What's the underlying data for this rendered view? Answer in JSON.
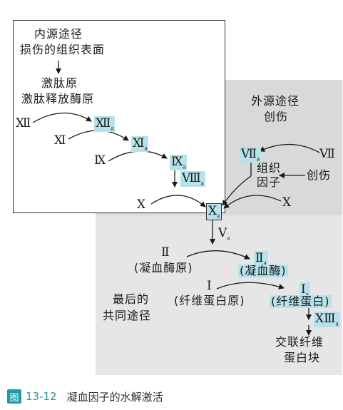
{
  "intrinsic": {
    "title": "内源途径",
    "trigger": "损伤的组织表面",
    "kininogen": "激肽原",
    "kallikrein": "激肽释放酶原",
    "f12": "Ⅻ",
    "f12a": "Ⅻ",
    "f12a_sub": "a",
    "f11": "Ⅺ",
    "f11a": "Ⅺ",
    "f11a_sub": "a",
    "f9": "Ⅸ",
    "f9a": "Ⅸ",
    "f9a_sub": "a",
    "f8a": "Ⅷ",
    "f8a_sub": "a"
  },
  "extrinsic": {
    "title": "外源途径",
    "trigger": "创伤",
    "f7": "Ⅶ",
    "f7a": "Ⅶ",
    "f7a_sub": "a",
    "tissue_factor_line1": "组织",
    "tissue_factor_line2": "因子",
    "trauma": "创伤"
  },
  "common": {
    "label_line1": "最后的",
    "label_line2": "共同途径",
    "f10_left": "Ⅹ",
    "f10_right": "Ⅹ",
    "f10a": "Ⅹ",
    "f10a_sub": "a",
    "f5a": "Ⅴ",
    "f5a_sub": "a",
    "f2": "Ⅱ",
    "prothrombin": "(凝血酶原)",
    "f2a": "Ⅱ",
    "f2a_sub": "a",
    "thrombin": "(凝血酶)",
    "f1": "Ⅰ",
    "fibrinogen": "(纤维蛋白原)",
    "f1a": "Ⅰ",
    "f1a_sub": "a",
    "fibrin": "(纤维蛋白)",
    "f13a": "ⅩⅢ",
    "f13a_sub": "a",
    "clot_line1": "交联纤维",
    "clot_line2": "蛋白块"
  },
  "caption": {
    "badge": "图",
    "number": "13-12",
    "title": "凝血因子的水解激活"
  },
  "colors": {
    "activated_highlight": "#b6e2ec",
    "extrinsic_bg": "#d9d9d9",
    "common_bg": "#e6e6e6",
    "caption_accent": "#1e9aa8"
  }
}
